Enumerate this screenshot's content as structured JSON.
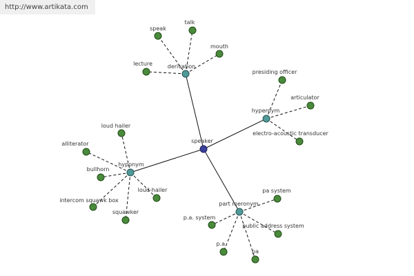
{
  "header": {
    "url": "http://www.artikata.com"
  },
  "graph": {
    "center": {
      "id": "speaker",
      "label": "speaker"
    },
    "hubs": [
      {
        "id": "derivation",
        "label": "derivation"
      },
      {
        "id": "hypernym",
        "label": "hypernym"
      },
      {
        "id": "hyponym",
        "label": "hyponym"
      },
      {
        "id": "part-meronym",
        "label": "part meronym"
      }
    ],
    "leaves": [
      {
        "id": "speak",
        "hub": "derivation",
        "label": "speak"
      },
      {
        "id": "talk",
        "hub": "derivation",
        "label": "talk"
      },
      {
        "id": "mouth",
        "hub": "derivation",
        "label": "mouth"
      },
      {
        "id": "lecture",
        "hub": "derivation",
        "label": "lecture"
      },
      {
        "id": "presiding-officer",
        "hub": "hypernym",
        "label": "presiding officer"
      },
      {
        "id": "articulator",
        "hub": "hypernym",
        "label": "articulator"
      },
      {
        "id": "electro-acoustic-transducer",
        "hub": "hypernym",
        "label": "electro-acoustic transducer"
      },
      {
        "id": "loud-hailer",
        "hub": "hyponym",
        "label": "loud hailer"
      },
      {
        "id": "alliterator",
        "hub": "hyponym",
        "label": "alliterator"
      },
      {
        "id": "bullhorn",
        "hub": "hyponym",
        "label": "bullhorn"
      },
      {
        "id": "loud-hailer-2",
        "hub": "hyponym",
        "label": "loud-hailer"
      },
      {
        "id": "intercom-squawk-box",
        "hub": "hyponym",
        "label": "intercom squawk box"
      },
      {
        "id": "squawker",
        "hub": "hyponym",
        "label": "squawker"
      },
      {
        "id": "pa-system",
        "hub": "part-meronym",
        "label": "pa system"
      },
      {
        "id": "p-a-system",
        "hub": "part-meronym",
        "label": "p.a. system"
      },
      {
        "id": "public-address-system",
        "hub": "part-meronym",
        "label": "public address system"
      },
      {
        "id": "p-a",
        "hub": "part-meronym",
        "label": "p.a."
      },
      {
        "id": "pa",
        "hub": "part-meronym",
        "label": "pa"
      }
    ]
  }
}
